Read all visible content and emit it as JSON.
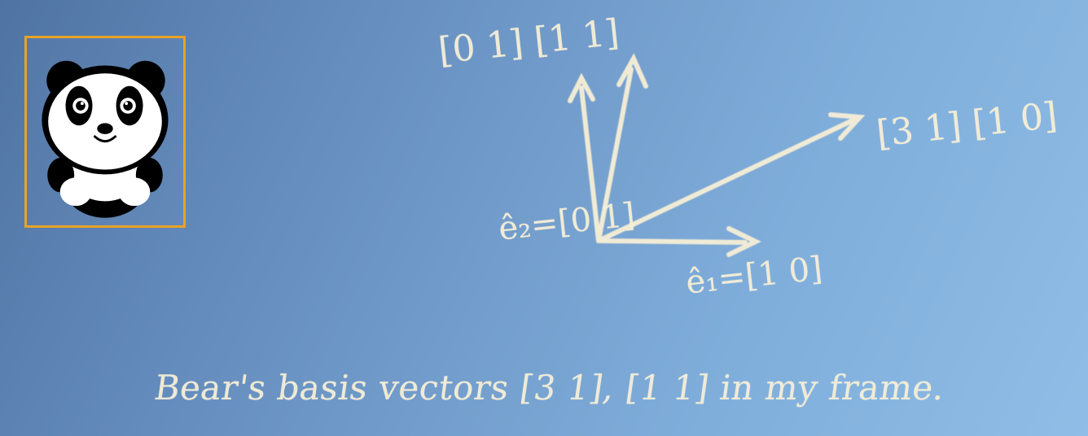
{
  "scene": {
    "caption": "Bear's basis vectors [3 1], [1 1] in my frame.",
    "labels": {
      "top_pair": "[0 1] [1 1]",
      "right_pair": "[3 1] [1 0]",
      "e2": "ê₂=[0 1]",
      "e1": "ê₁=[1 0]"
    }
  },
  "colors": {
    "frame": "#e8a325",
    "chalk": "#f7efd6",
    "background": "#80aedb"
  },
  "icons": {
    "panda": "panda-icon",
    "arrow": "arrow-icon"
  }
}
